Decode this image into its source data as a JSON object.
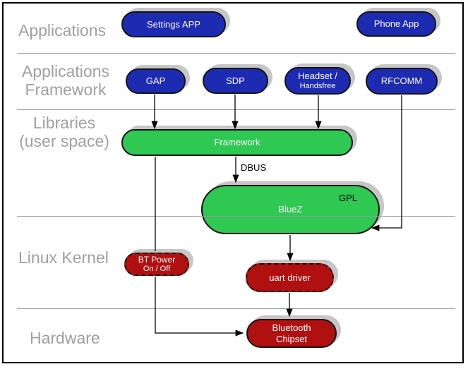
{
  "layers": {
    "applications": {
      "label": "Applications"
    },
    "applications_framework": {
      "line1": "Applications",
      "line2": "Framework"
    },
    "libraries": {
      "line1": "Libraries",
      "line2": "(user space)"
    },
    "linux_kernel": {
      "label": "Linux Kernel"
    },
    "hardware": {
      "label": "Hardware"
    }
  },
  "nodes": {
    "settings_app": {
      "label": "Settings APP"
    },
    "phone_app": {
      "label": "Phone App"
    },
    "gap": {
      "label": "GAP"
    },
    "sdp": {
      "label": "SDP"
    },
    "headset_handsfree": {
      "line1": "Headset /",
      "line2": "Handsfree"
    },
    "rfcomm": {
      "label": "RFCOMM"
    },
    "framework": {
      "label": "Framework"
    },
    "bluez": {
      "label": "BlueZ",
      "badge": "GPL"
    },
    "bt_power": {
      "line1": "BT Power",
      "line2": "On / Off"
    },
    "uart_driver": {
      "label": "uart driver"
    },
    "bluetooth_chipset": {
      "line1": "Bluetooth",
      "line2": "Chipset"
    }
  },
  "edge_labels": {
    "dbus": "DBUS"
  },
  "colors": {
    "node_blue": "#1c2bb2",
    "node_green": "#2ec853",
    "node_red": "#b11010",
    "layer_label_gray": "#a0a0a0",
    "divider_gray": "#9a9a9a",
    "shadow_gray": "#c6c6c6",
    "connector_black": "#000000"
  }
}
